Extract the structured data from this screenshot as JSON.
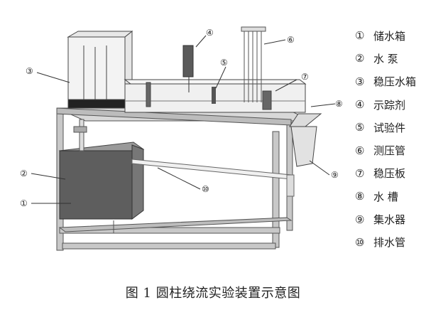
{
  "legend": [
    {
      "marker": "①",
      "label": "储水箱"
    },
    {
      "marker": "②",
      "label": "水  泵"
    },
    {
      "marker": "③",
      "label": "稳压水箱"
    },
    {
      "marker": "④",
      "label": "示踪剂"
    },
    {
      "marker": "⑤",
      "label": "试验件"
    },
    {
      "marker": "⑥",
      "label": "测压管"
    },
    {
      "marker": "⑦",
      "label": "稳压板"
    },
    {
      "marker": "⑧",
      "label": "水  槽"
    },
    {
      "marker": "⑨",
      "label": "集水器"
    },
    {
      "marker": "⑩",
      "label": "排水管"
    }
  ],
  "callouts": [
    "①",
    "②",
    "③",
    "④",
    "⑤",
    "⑥",
    "⑦",
    "⑧",
    "⑨",
    "⑩"
  ],
  "caption": "图 1  圆柱绕流实验装置示意图"
}
